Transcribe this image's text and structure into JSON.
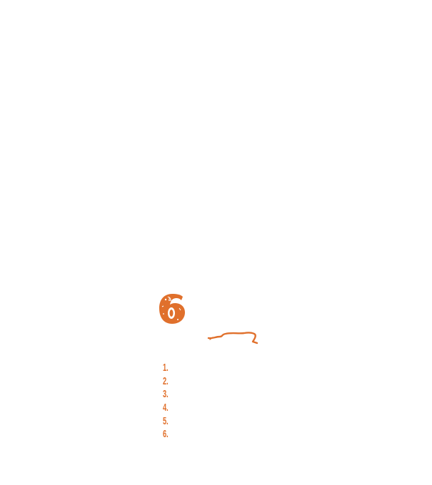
{
  "colors": {
    "accent": "#e0702c",
    "background": "#ffffff"
  },
  "badge": {
    "glyph": "6",
    "icon": "grunge-number-six-badge"
  },
  "decoration": {
    "icon": "hand-drawn-squiggle-line"
  },
  "list": {
    "items": [
      "1.",
      "2.",
      "3.",
      "4.",
      "5.",
      "6."
    ]
  }
}
